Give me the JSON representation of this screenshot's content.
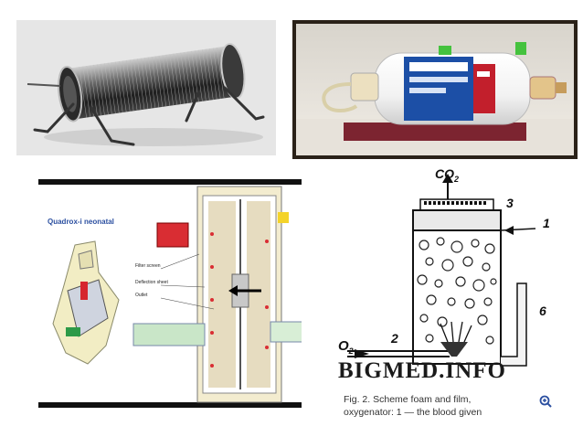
{
  "panel_top_left": {
    "description": "vintage coil oxygenator"
  },
  "panel_top_right": {
    "description": "modern membrane oxygenator"
  },
  "panel_bottom_left": {
    "title": "Quadrox-i neonatal",
    "callouts": [
      "Filter screen",
      "Deflection sheet",
      "Outlet"
    ]
  },
  "panel_bottom_right": {
    "labels": {
      "co2": "CO",
      "co2_sub": "2",
      "o2": "O",
      "o2_sub": "2",
      "n1": "1",
      "n2": "2",
      "n3": "3",
      "n6": "6"
    },
    "watermark": "BIGMED.INFO",
    "caption_line1": "Fig. 2. Scheme foam and film,",
    "caption_line2": "oxygenator: 1 — the blood given"
  },
  "colors": {
    "accent_blue": "#2b4fa0",
    "bg": "#ffffff"
  },
  "icons": {
    "zoom": "zoom-in-icon"
  }
}
